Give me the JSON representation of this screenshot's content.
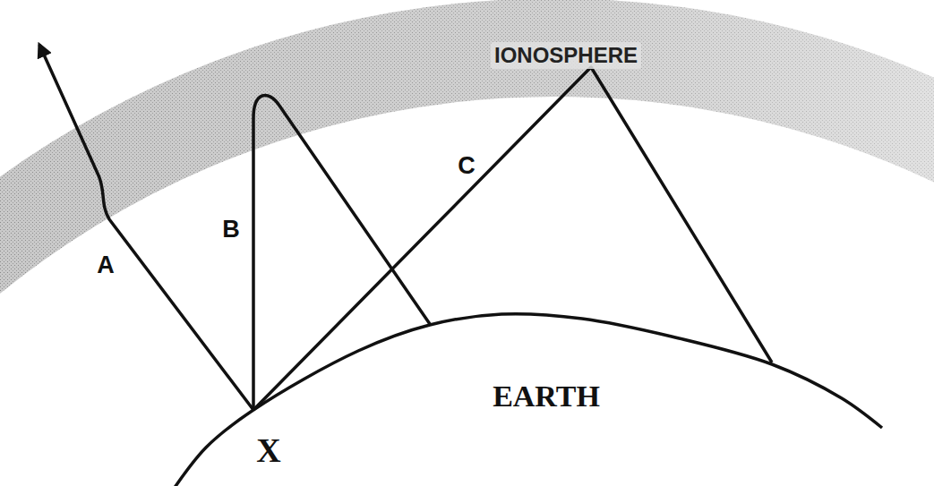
{
  "diagram": {
    "nodes": [
      {
        "text": [
          "IONOSPHERE"
        ]
      },
      {
        "text": [
          "EARTH"
        ]
      }
    ],
    "labels": [
      "A",
      "B",
      "C",
      "X"
    ]
  }
}
